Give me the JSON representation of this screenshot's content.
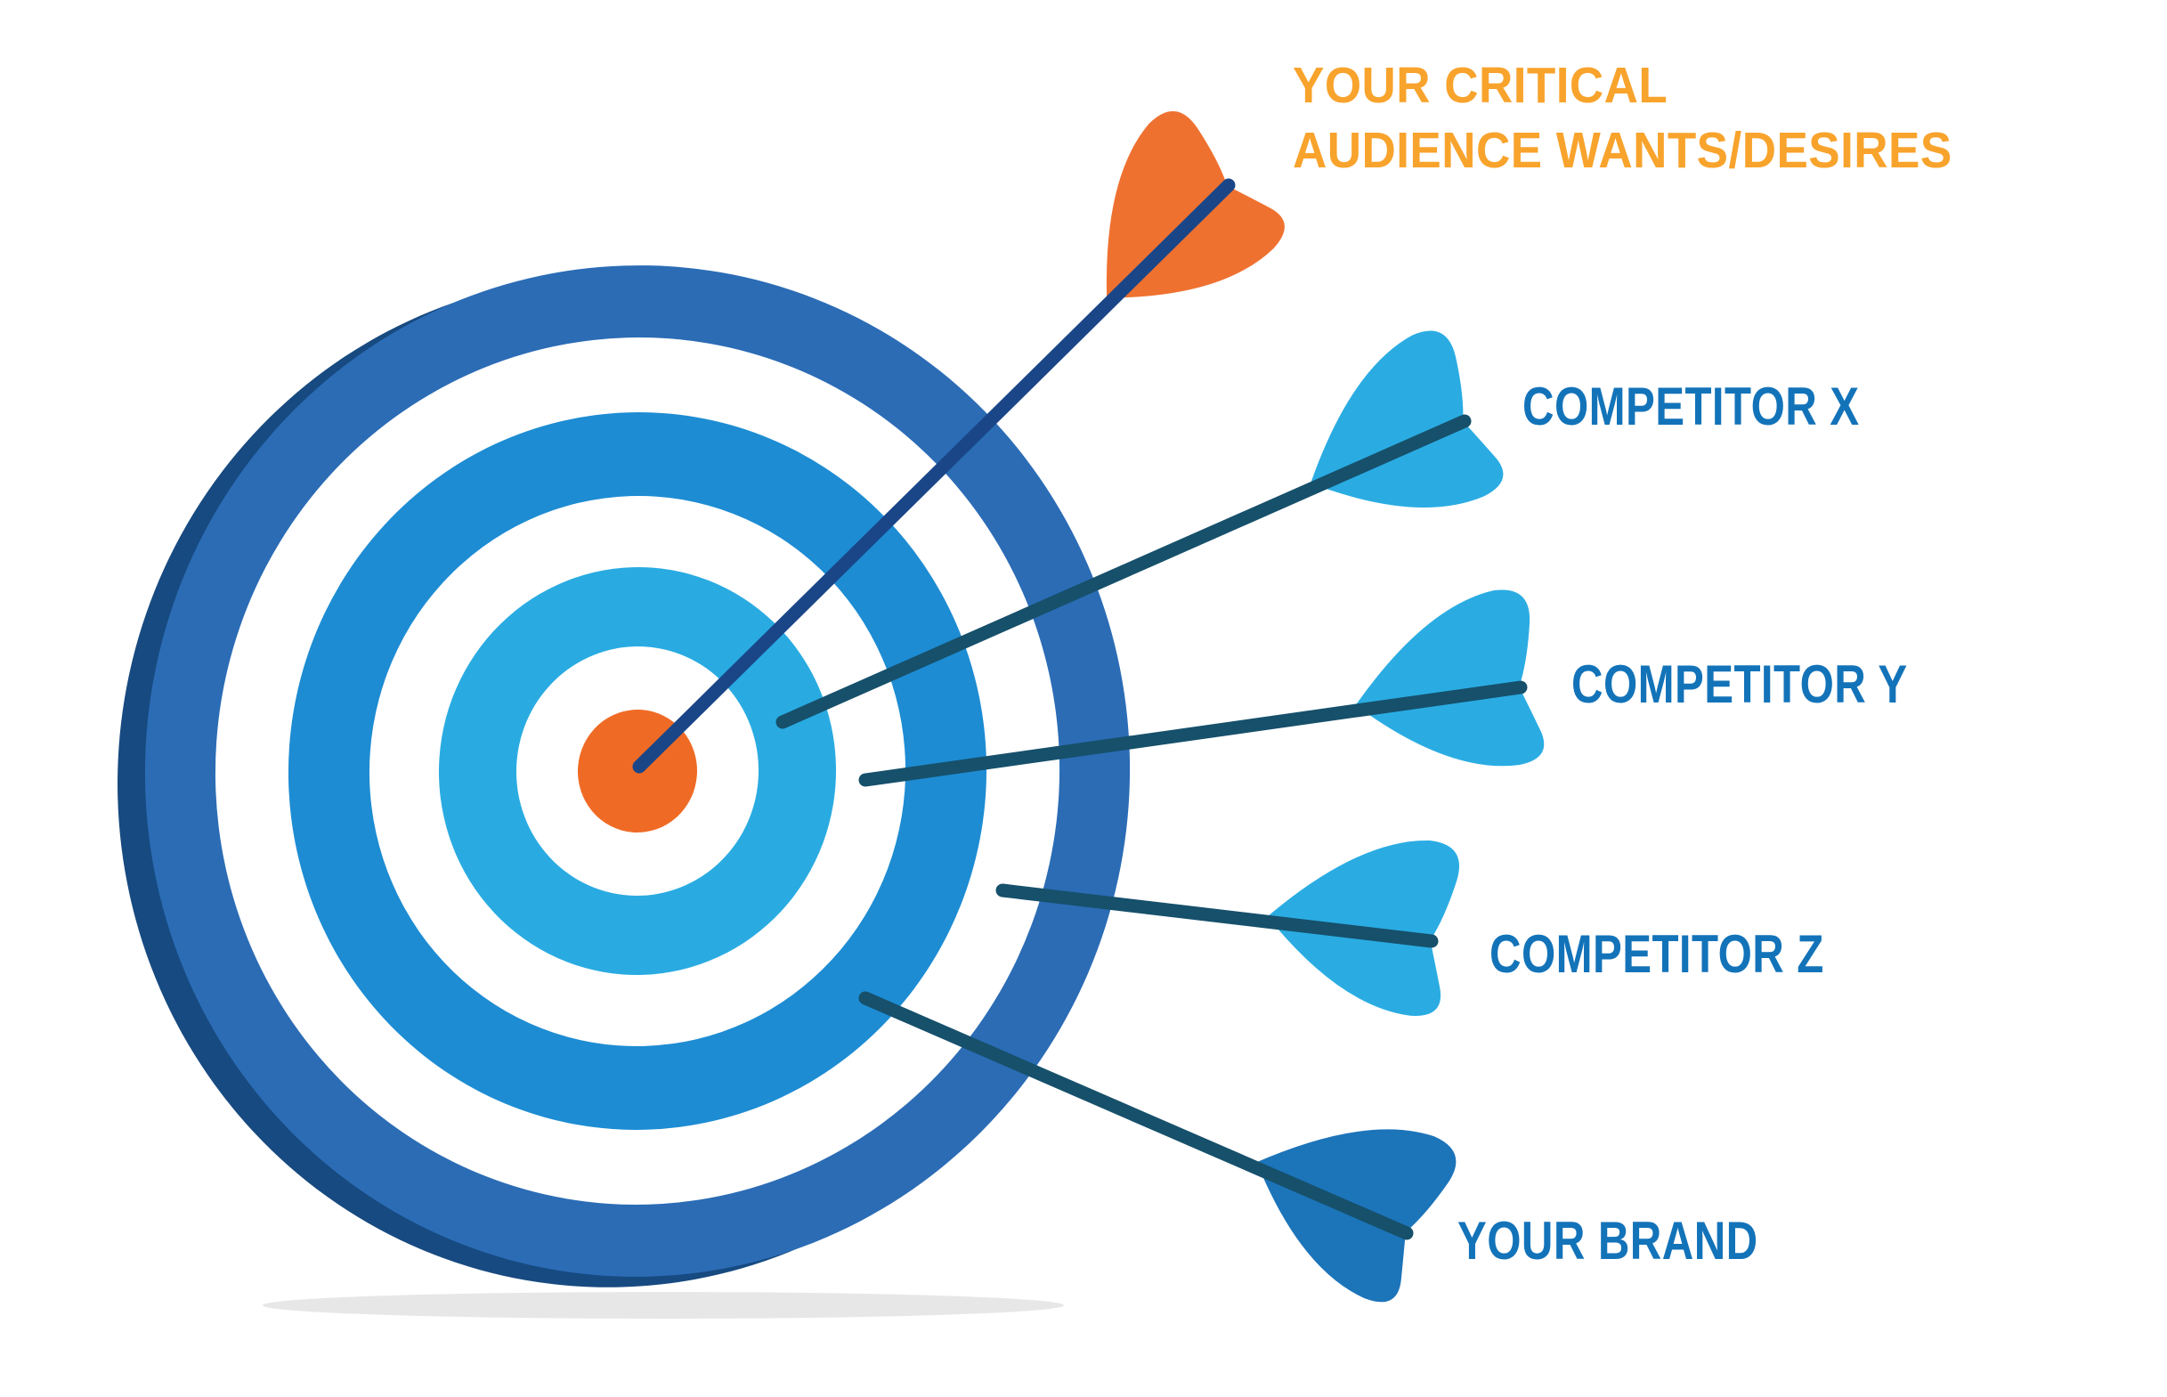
{
  "heading": {
    "line1": "YOUR CRITICAL",
    "line2": "AUDIENCE WANTS/DESIRES"
  },
  "labels": {
    "competitor_x": "COMPETITOR X",
    "competitor_y": "COMPETITOR Y",
    "competitor_z": "COMPETITOR Z",
    "your_brand": "YOUR BRAND"
  },
  "colors": {
    "heading_orange": "#F8A32C",
    "label_blue": "#1373B9",
    "target_face_blue": "#2B6CB5",
    "target_rim_navy": "#174A80",
    "ring_mid_blue": "#1D8CD3",
    "ring_inner_cyan": "#29ABE2",
    "ring_white": "#FFFFFF",
    "bullseye_orange": "#EF6B25",
    "shaft_navy": "#1A4688",
    "shaft_teal": "#16506B",
    "fletch_orange": "#EF7130",
    "fletch_light_blue": "#2AACE3",
    "fletch_brand_blue": "#1C74B9",
    "shadow_gray": "#E7E7E7",
    "background": "#FFFFFF"
  }
}
